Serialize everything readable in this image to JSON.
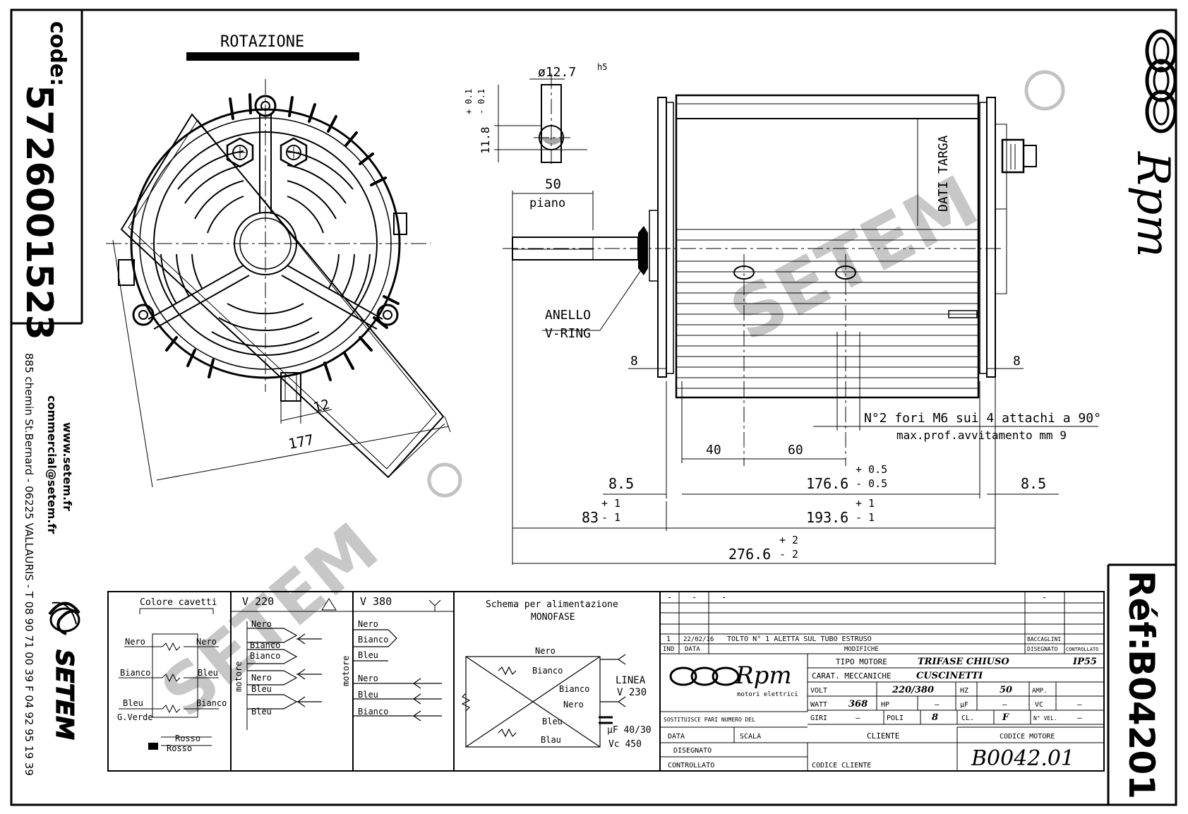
{
  "code": {
    "label": "code:",
    "value": "5726001523"
  },
  "contact": {
    "website": "www.setem.fr",
    "email": "commercial@setem.fr",
    "address": "885 chemin St.Bernard - 06225 VALLAURIS - T 08 90 71 00 39  F 04 92 95 19 39"
  },
  "brand": {
    "setem": "SETEM",
    "rpm": "Rpm",
    "rpm_sub": "motori elettrici"
  },
  "ref": {
    "label": "Réf:",
    "value": "B04201"
  },
  "watermark": "SETEM",
  "front_view": {
    "title": "ROTAZIONE",
    "dim_tab": "12",
    "dim_overall": "177"
  },
  "shaft_detail": {
    "diameter": "ø12.7",
    "tolerance_class": "h5",
    "flat_height": "11.8",
    "flat_tol_upper": "+ 0.1",
    "flat_tol_lower": "- 0.1"
  },
  "side_view": {
    "flat_length": "50",
    "flat_label": "piano",
    "vring_it": "ANELLO",
    "vring_en": "V-RING",
    "plate_label": "DATI TARGA",
    "holes_note_1": "N°2 fori M6 sui 4 attachi a 90°",
    "holes_note_2": "max.prof.avvitamento mm 9",
    "dim_flange_left": "8",
    "dim_flange_right": "8",
    "dim_40": "40",
    "dim_60": "60",
    "dim_85_left": "8.5",
    "dim_85_right": "8.5",
    "body_len": "176.6",
    "body_tol_up": "+ 0.5",
    "body_tol_dn": "- 0.5",
    "shaft_len": "83",
    "shaft_tol_up": "+ 1",
    "shaft_tol_dn": "- 1",
    "frame_len": "193.6",
    "frame_tol_up": "+ 1",
    "frame_tol_dn": "- 1",
    "total_len": "276.6",
    "total_tol_up": "+ 2",
    "total_tol_dn": "- 2"
  },
  "wiring": {
    "cable_colors_title": "Colore cavetti",
    "v220_title": "V 220",
    "v380_title": "V 380",
    "motor_label": "motore",
    "left_labels": [
      "Nero",
      "Bianco",
      "Bleu",
      "G.Verde"
    ],
    "right_labels": [
      "Nero",
      "Bleu",
      "Bianco"
    ],
    "capacitor_labels": [
      "Rosso",
      "Rosso"
    ],
    "v220_wires": [
      "Nero",
      "Bianco",
      "Bianco",
      "Nero",
      "Bleu",
      "Bleu"
    ],
    "v380_wires": [
      "Nero",
      "Bianco",
      "Bleu",
      "Nero",
      "Bleu",
      "Bianco"
    ]
  },
  "single_phase": {
    "title_1": "Schema per alimentazione",
    "title_2": "MONOFASE",
    "wires": [
      "Nero",
      "Bianco",
      "Bianco",
      "Nero",
      "Bleu",
      "Blau"
    ],
    "line_1": "LINEA",
    "line_2": "V 230",
    "cap_1": "µF 40/30",
    "cap_2": "Vc 450"
  },
  "title_block": {
    "revision": {
      "num": "1",
      "date": "22/02/16",
      "text": "TOLTO N° 1 ALETTA SUL TUBO ESTRUSO",
      "author": "BACCAGLINI"
    },
    "rev_header": [
      "IND",
      "DATA",
      "MODIFICHE",
      "DISEGNATO",
      "CONTROLLATO"
    ],
    "dash": "-",
    "motor_type_label": "TIPO MOTORE",
    "motor_type": "TRIFASE CHIUSO",
    "protection": "IP55",
    "mech_label": "CARAT. MECCANICHE",
    "mech": "CUSCINETTI",
    "volt_label": "VOLT",
    "volt": "220/380",
    "hz_label": "HZ",
    "hz": "50",
    "amp_label": "AMP.",
    "watt_label": "WATT",
    "watt": "368",
    "hp_label": "HP",
    "hp": "—",
    "uf_label": "µF",
    "uf": "—",
    "vc_label": "VC",
    "vc": "—",
    "giri_label": "GIRI",
    "giri": "—",
    "poli_label": "POLI",
    "poli": "8",
    "cl_label": "CL.",
    "cl": "F",
    "nvel_label": "N° VEL.",
    "nvel": "—",
    "replaces_label": "SOSTITUISCE PARI NUMERO DEL",
    "data_label": "DATA",
    "scala_label": "SCALA",
    "disegnato_label": "DISEGNATO",
    "controllato_label": "CONTROLLATO",
    "cliente_label": "CLIENTE",
    "codice_cliente_label": "CODICE CLIENTE",
    "codice_motore_label": "CODICE MOTORE",
    "codice_motore": "B0042.01"
  }
}
